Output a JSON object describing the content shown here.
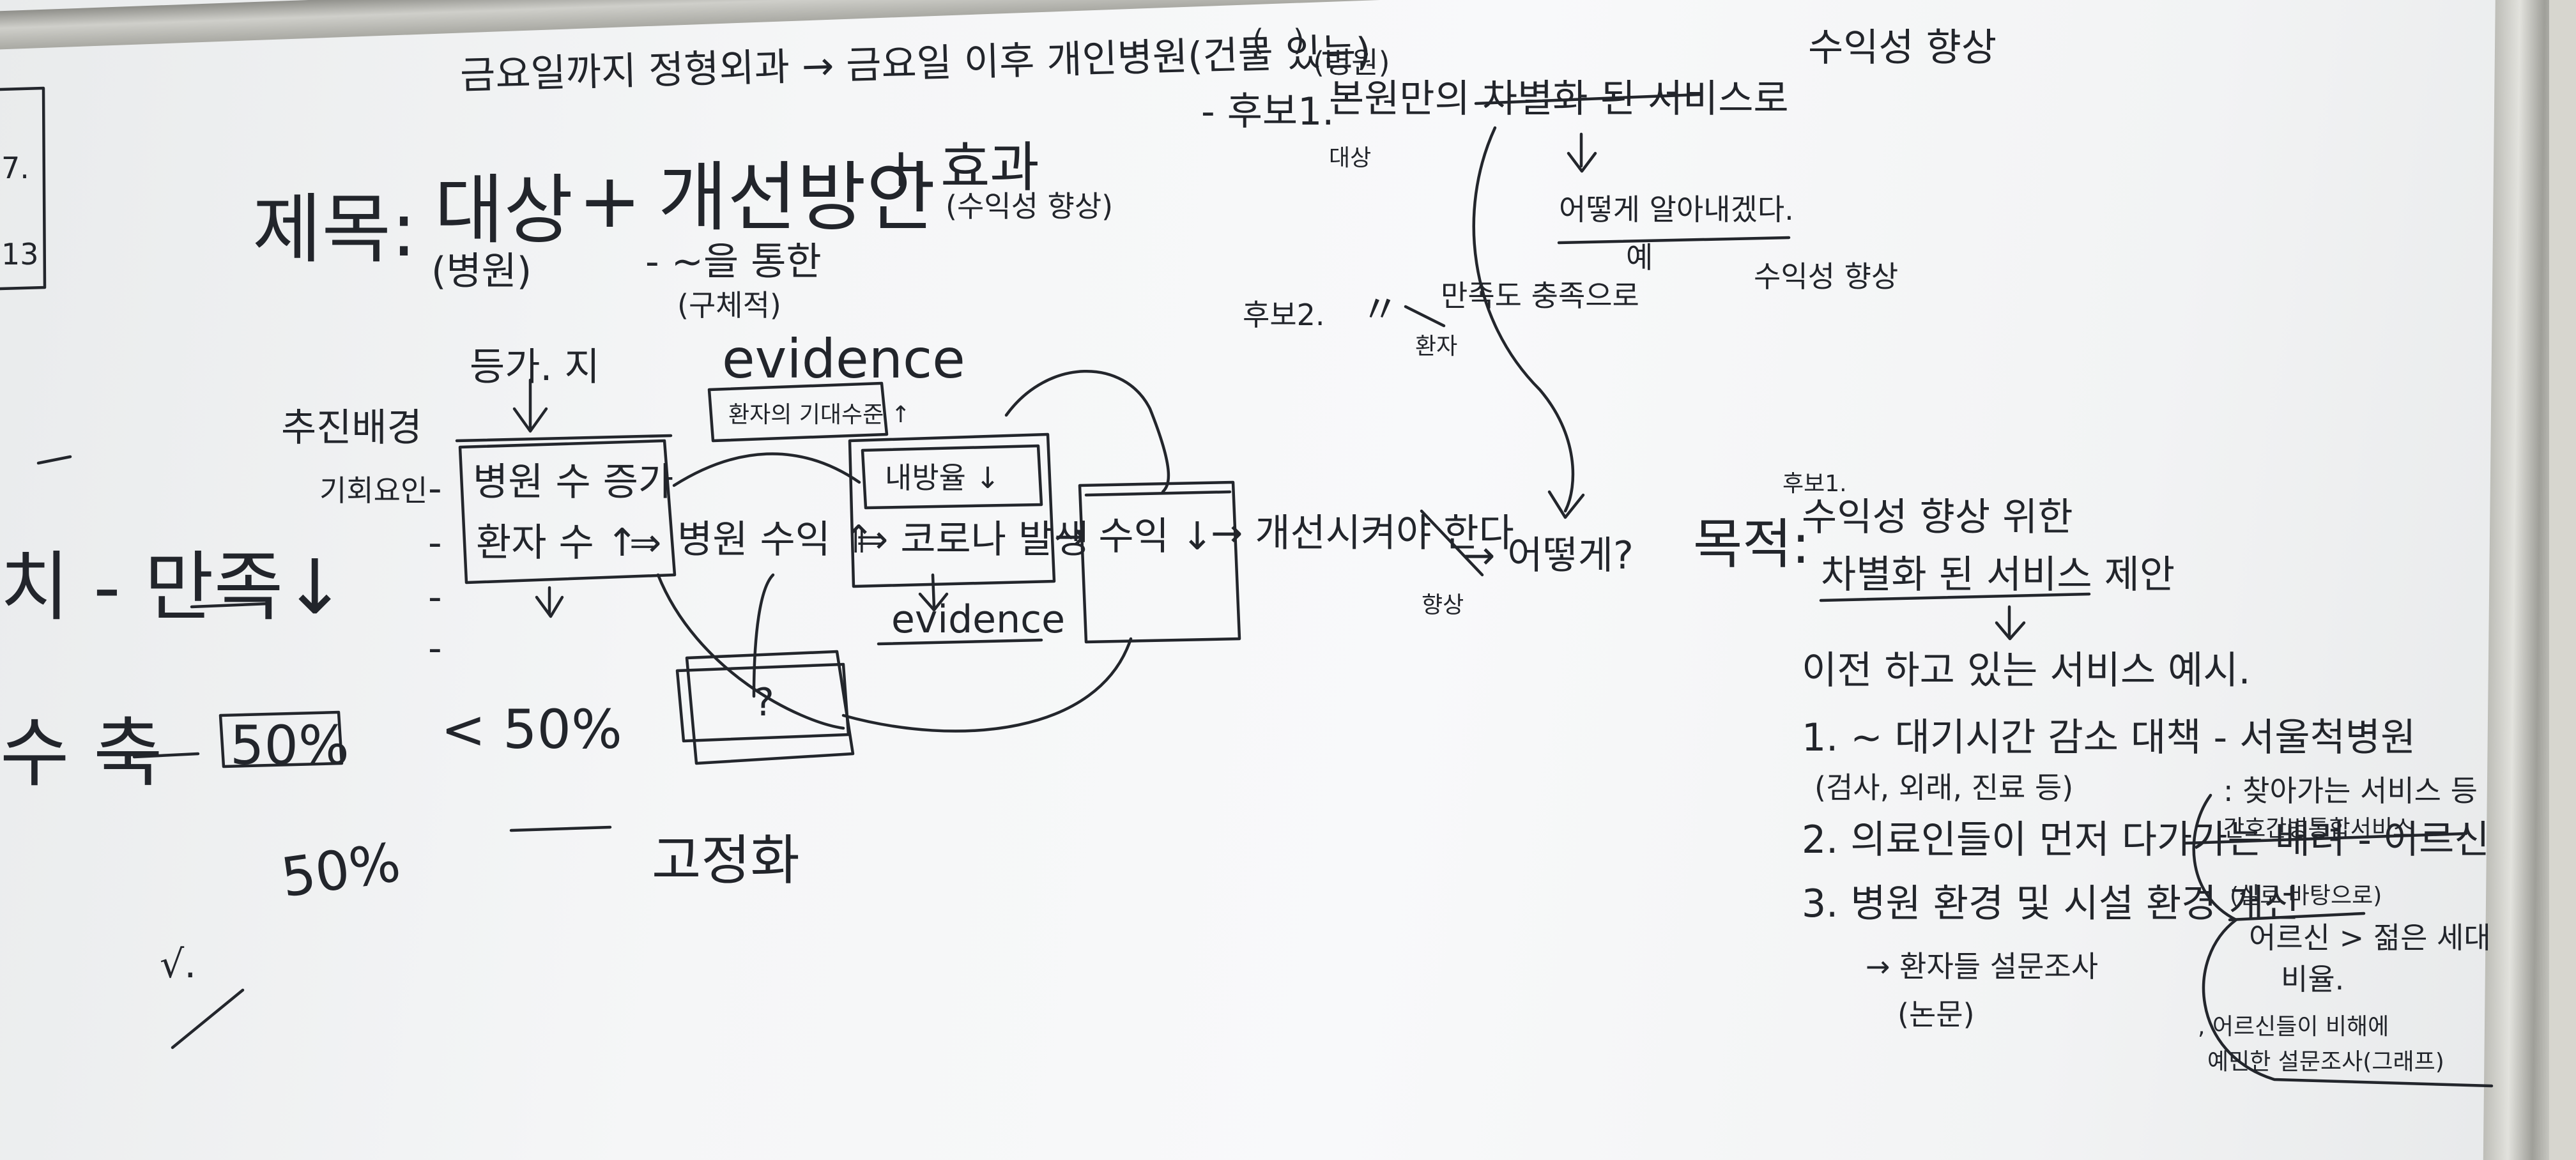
{
  "board": {
    "top_note": "금요일까지 정형외과 → 금요일 이후 개인병원(건물 있는)",
    "title_heading": "제목:",
    "title_target": "대상",
    "title_plus1": "+",
    "title_improvement": "개선방안",
    "title_plus2": "+ 효과",
    "sub_hospital": "(병원)",
    "sub_via": "- ~을 통한",
    "sub_specific": "(구체적)",
    "sub_revenue": "(수익성 향상)",
    "margin_7": "7.",
    "margin_13": "13",
    "background_label": "추진배경",
    "opportunity_label": "기회요인",
    "dash1": "-",
    "dash2": "-",
    "dash3": "-",
    "dash4": "-",
    "stat_note": "등가. 지",
    "evidence_top": "evidence",
    "patient_expectation": "환자의 기대수준 ↑",
    "hospital_count_up": "병원 수 증가",
    "patient_count_up": "환자 수 ↑",
    "arrow1": "⇒",
    "hospital_revenue": "병원 수익 ⇑",
    "corona": "⇒ 코로나 발생",
    "visit_rate_down": "내방율 ↓",
    "revenue_down": "→ 수익 ↓",
    "must_improve": "→ 개선시켜야 한다",
    "evidence_bottom": "evidence",
    "question_mark": "?",
    "left_fragment": "치 - 만족↓",
    "left_fragment2": "수 축",
    "fifty_percent": "50%",
    "lt_fifty": "< 50%",
    "fifty_small": "50%",
    "fixation": "고정화",
    "checkmark": "√.",
    "candidate1_label": "- 후보1.",
    "candidate1_hospital": "(병원)",
    "candidate1_text": "본원만의 차별화 된 서비스로",
    "candidate1_target": "대상",
    "revenue_up_top": "수익성 향상",
    "how_to_know": "어떻게 알아내겠다.",
    "example": "예",
    "candidate2_label": "후보2.",
    "ditto": "〃",
    "satisfaction": "만족도 충족으로",
    "revenue_up_mid": "수익성 향상",
    "patient_note": "환자",
    "how_question": "→ 어떻게?",
    "improve_note": "향상",
    "candidate1_small": "후보1.",
    "goal_label": "목적:",
    "goal_text": "수익성 향상 위한",
    "goal_text2": "차별화 된 서비스 제안",
    "existing_services": "이전 하고 있는 서비스 예시.",
    "item1": "1. ~ 대기시간 감소 대책 - 서울척병원",
    "item1_detail": "(검사, 외래, 진료 등)",
    "item1_note": ": 찾아가는 서비스 등",
    "item1_note2": "간호간병통합서비스",
    "item2": "2. 의료인들이 먼저 다가가는 배려 - 어르신",
    "item2_note": "(실로 바탕으로)",
    "item3": "3. 병원 환경 및 시설 환경 개선",
    "item3_note": "어르신 > 젊은 세대",
    "item3_note2": "비율.",
    "survey": "→ 환자들 설문조사",
    "thesis": "(논문)",
    "elderly_survey": ", 어르신들이 비해에",
    "elderly_survey2": "예민한 설문조사(그래프)"
  }
}
